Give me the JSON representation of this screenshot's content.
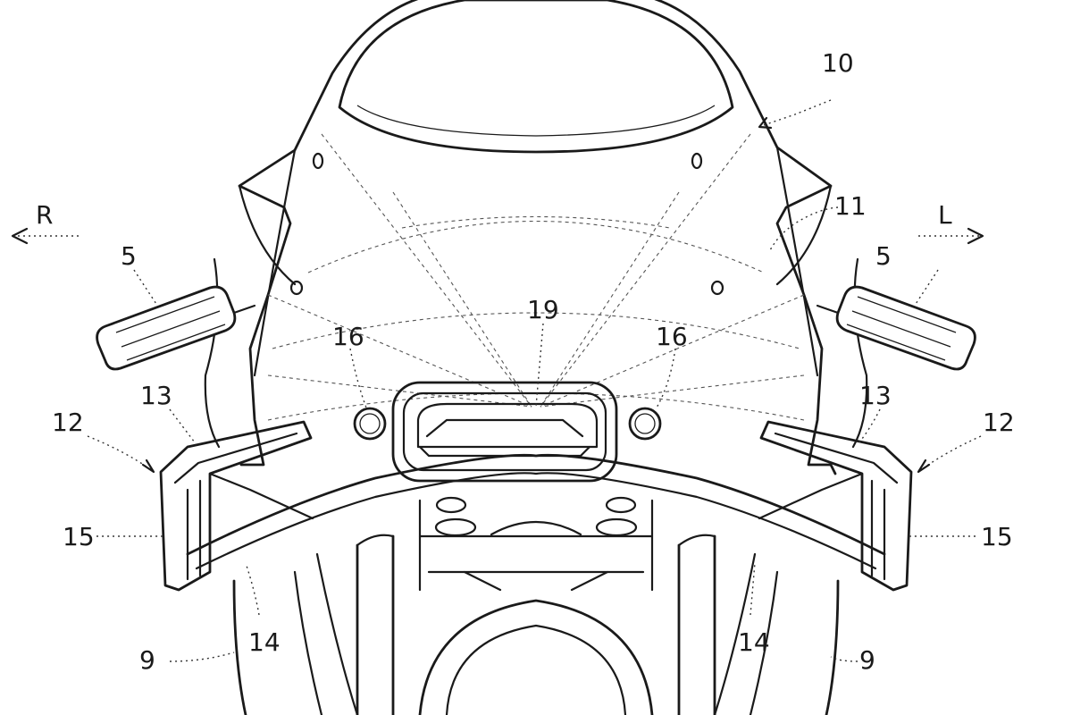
{
  "labels": {
    "ref_10": "10",
    "ref_11": "11",
    "ref_19": "19",
    "ref_16_left": "16",
    "ref_16_right": "16",
    "ref_5_left": "5",
    "ref_5_right": "5",
    "ref_13_left": "13",
    "ref_13_right": "13",
    "ref_12_left": "12",
    "ref_12_right": "12",
    "ref_15_left": "15",
    "ref_15_right": "15",
    "ref_14_left": "14",
    "ref_14_right": "14",
    "ref_9_left": "9",
    "ref_9_right": "9"
  },
  "directions": {
    "right": "R",
    "left": "L"
  }
}
